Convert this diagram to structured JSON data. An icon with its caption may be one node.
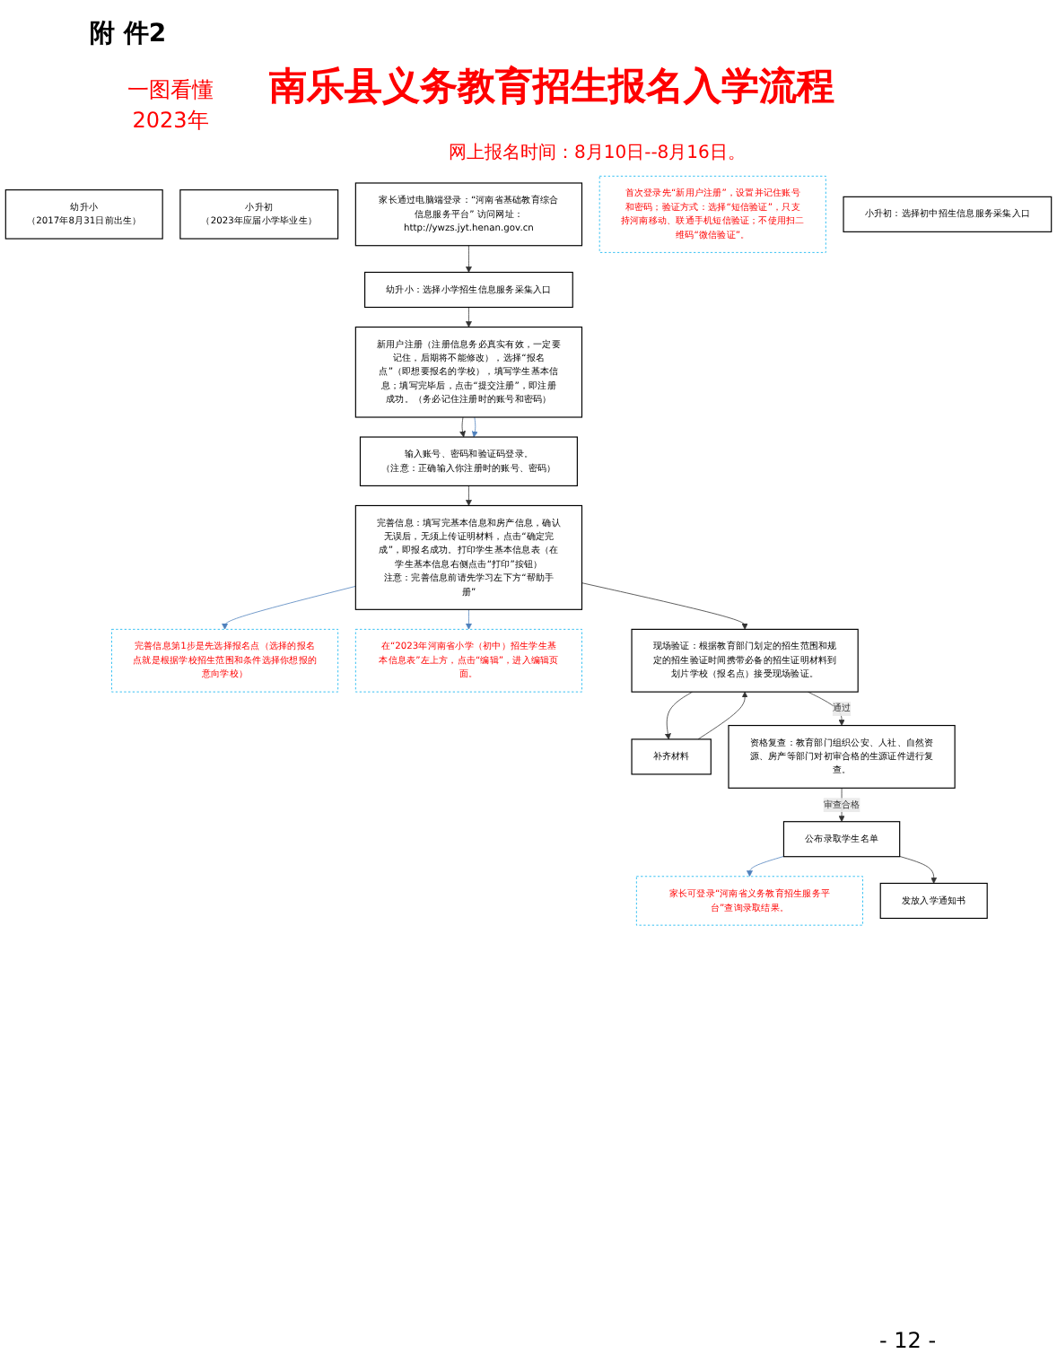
{
  "diagram": {
    "title": "南乐县义务教育招生报名入学流程",
    "nodes": [
      {
        "text": [
          "幼升小",
          "（2017年8月31日前出生）"
        ]
      },
      {
        "text": [
          "小升初",
          "（2023年应届小学毕业生）"
        ]
      },
      {
        "text": [
          "家长通过电脑端登录：“河南省基础教育综合信息服务平台” 访问网址：http://ywzs.jyt.henan.gov.cn"
        ]
      },
      {
        "text": [
          "首次登录先“新用户注册”，设置并记住账号和密码；验证方式：选择“短信验证”，只支持河南移动、联通手机短信验证；不使用扫二维码“微信验证”。"
        ]
      },
      {
        "text": [
          "幼升小：选择小学招生信息服务采集入口"
        ]
      },
      {
        "text": [
          "小升初：选择初中招生信息服务采集入口"
        ]
      },
      {
        "text": [
          "新用户注册（注册信息务必真实有效，一定要记住，后期将不能修改），选择“报名点”（即想要报名的学校），填写学生基本信息；填写完毕后，点击“提交注册”，即注册成功。（务必记住注册时的账号和密码）"
        ]
      },
      {
        "text": [
          "输入账号、密码和验证码登录。",
          "（注意：正确输入你注册时的账号、密码）"
        ]
      },
      {
        "text": [
          "完善信息第1步是先选择报名点（选择的报名点就是根据学校招生范围和条件选择你想报的意向学校）"
        ]
      },
      {
        "text": [
          "完善信息：填写完基本信息和房产信息，确认无误后，无须上传证明材料，点击“确定完成”，即报名成功。打印学生基本信息表（在学生基本信息右侧点击“打印”按钮）",
          "注意：完善信息前请先学习左下方“帮助手册”"
        ]
      },
      {
        "text": [
          "在“2023年河南省小学（初中）招生学生基本信息表”左上方，点击“编辑”，进入编辑页面。"
        ]
      },
      {
        "text": [
          "现场验证：根据教育部门划定的招生范围和规定的招生验证时间携带必备的招生证明材料到划片学校（报名点）接受现场验证。"
        ]
      },
      {
        "text": [
          "补齐材料"
        ]
      },
      {
        "text": [
          "资格复查：教育部门组织公安、人社、自然资源、房产等部门对初审合格的生源证件进行复查。"
        ]
      },
      {
        "text": [
          "家长可登录“河南省义务教育招生服务平台”查询录取结果。"
        ]
      },
      {
        "text": [
          "公布录取学生名单"
        ]
      },
      {
        "text": [
          "发放入学通知书"
        ]
      }
    ],
    "edges": [
      {
        "from": 2,
        "to": 4,
        "arrow": "to"
      },
      {
        "from": 4,
        "to": 6,
        "arrow": "to"
      },
      {
        "from": 6,
        "to": 7,
        "arrow": "to"
      },
      {
        "from": 6,
        "to": 7,
        "arrow": "to",
        "color": "#4f81bd"
      },
      {
        "from": 7,
        "to": 9,
        "arrow": "to"
      },
      {
        "from": 9,
        "to": 8,
        "arrow": "to",
        "color": "#4f81bd"
      },
      {
        "from": 9,
        "to": 10,
        "arrow": "to",
        "color": "#4f81bd"
      },
      {
        "from": 9,
        "to": 11,
        "arrow": "to"
      },
      {
        "from": 11,
        "to": 13,
        "arrow": "to",
        "label": "通过"
      },
      {
        "from": 11,
        "to": 12,
        "arrow": "to"
      },
      {
        "from": 12,
        "to": 11,
        "arrow": "to"
      },
      {
        "from": 13,
        "to": 15,
        "arrow": "to",
        "label": "审查合格"
      },
      {
        "from": 15,
        "to": 14,
        "arrow": "to",
        "color": "#4f81bd"
      },
      {
        "from": 15,
        "to": 16,
        "arrow": "to"
      }
    ],
    "labels": [
      "附 件2",
      "一图看懂 2023年",
      "网上报名时间：8月10日--8月16日。",
      "- 12 -"
    ]
  }
}
